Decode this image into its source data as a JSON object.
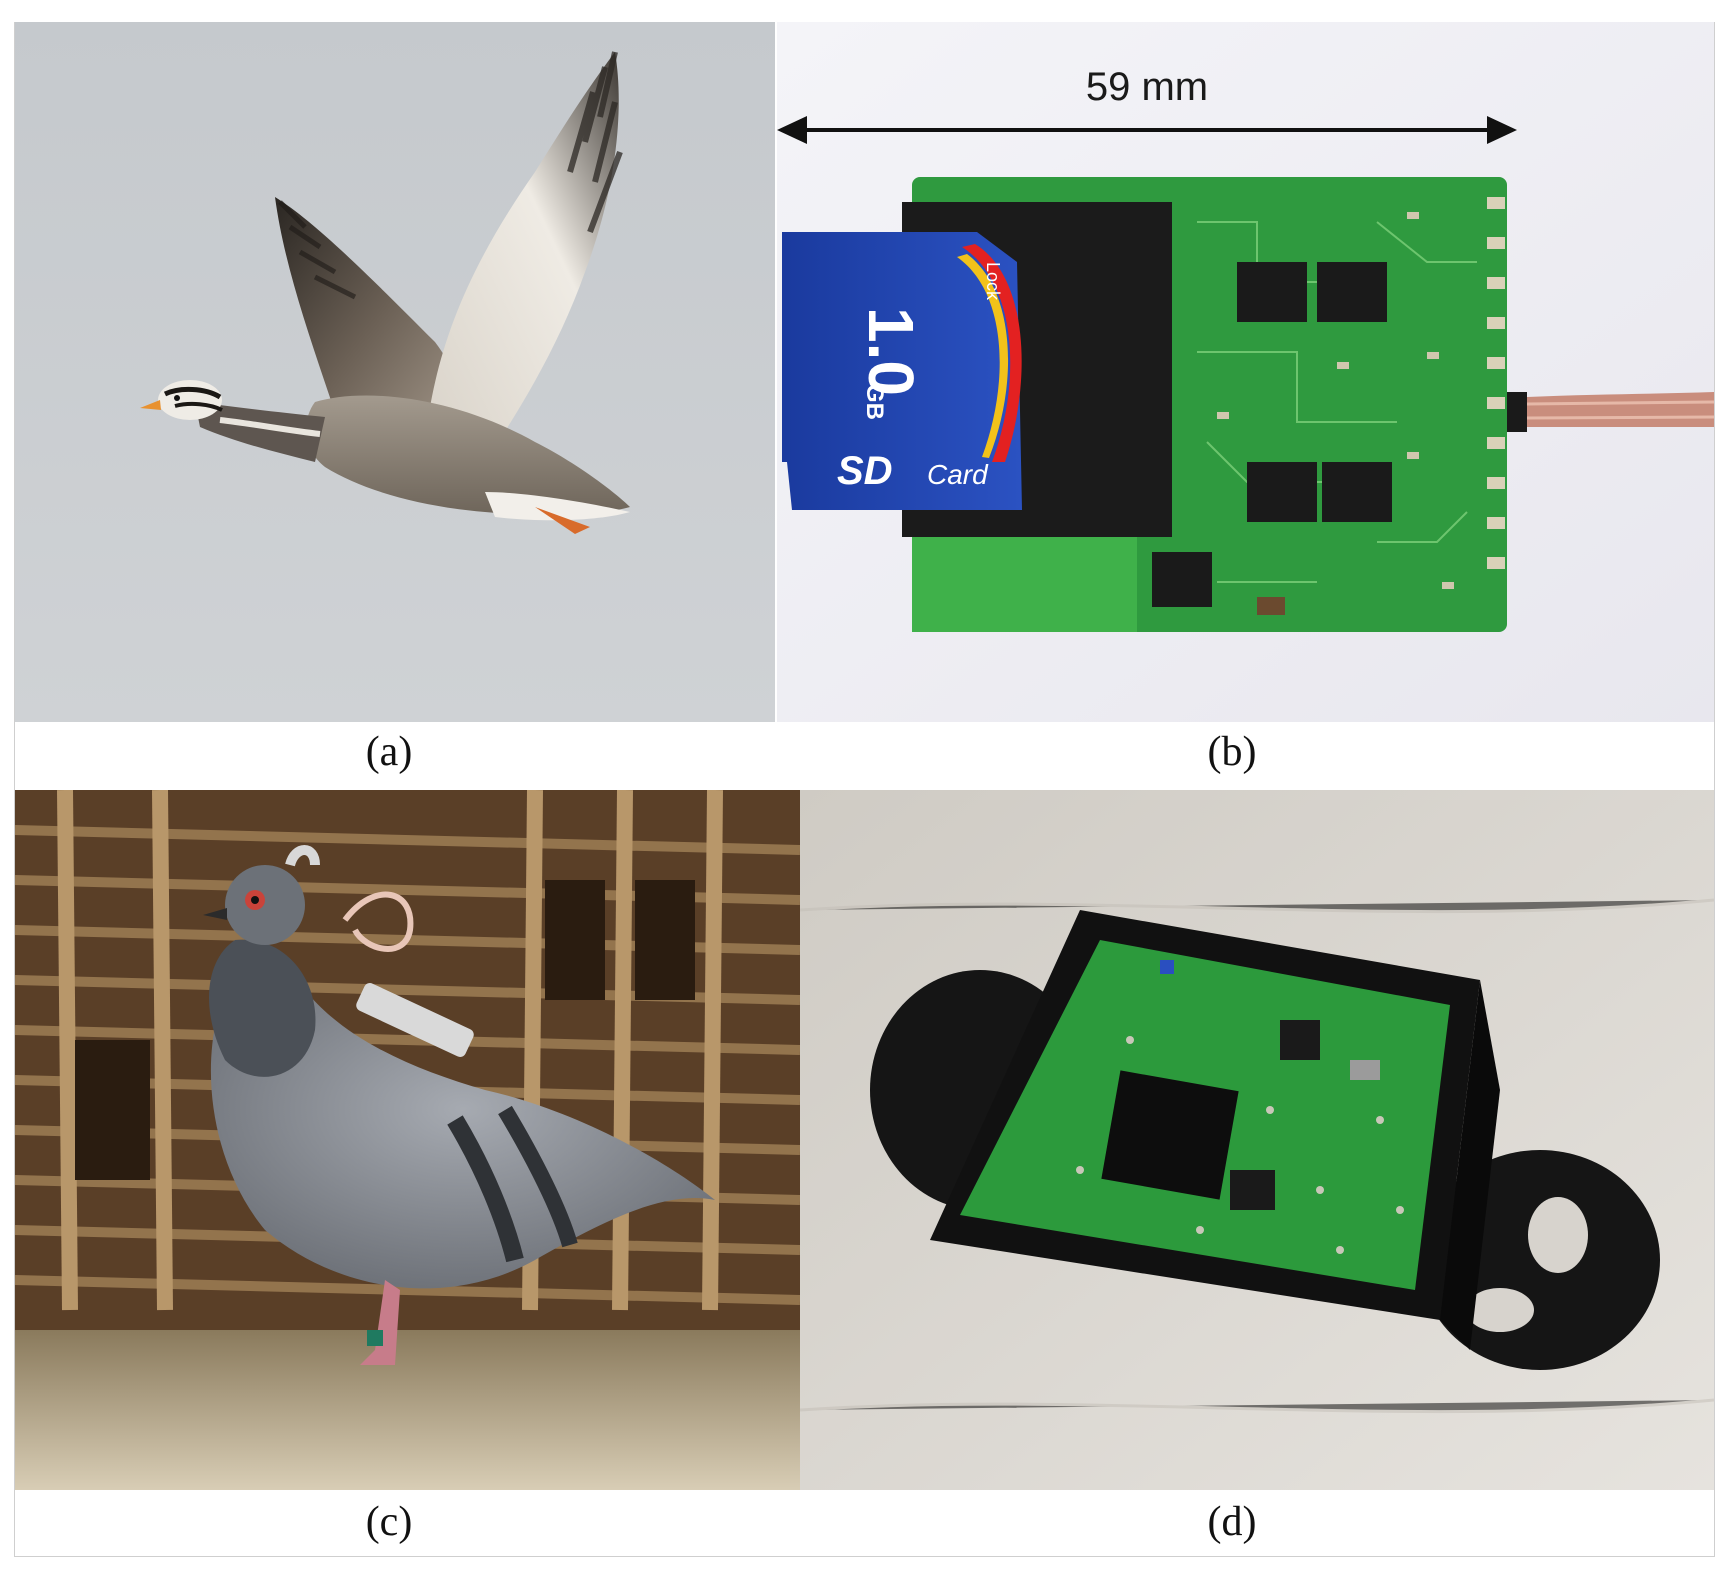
{
  "figure": {
    "panels": [
      {
        "id": "a",
        "caption": "(a)",
        "content": "bar-headed-goose-in-flight"
      },
      {
        "id": "b",
        "caption": "(b)",
        "content": "data-logger-board-with-sd-card",
        "dimension_label": "59 mm",
        "sd_card": {
          "capacity": "1.0",
          "unit": "GB",
          "brand": "SD",
          "brand_suffix": "Card",
          "lock_label": "Lock"
        }
      },
      {
        "id": "c",
        "caption": "(c)",
        "content": "pigeon-wearing-logger-in-loft"
      },
      {
        "id": "d",
        "caption": "(d)",
        "content": "logger-in-black-3d-printed-housing"
      }
    ]
  },
  "colors": {
    "sky": "#c9cdd1",
    "pcb_green": "#2f9a3f",
    "sd_blue": "#1d3fa6",
    "housing_black": "#151515",
    "table": "#dcd8d2"
  }
}
